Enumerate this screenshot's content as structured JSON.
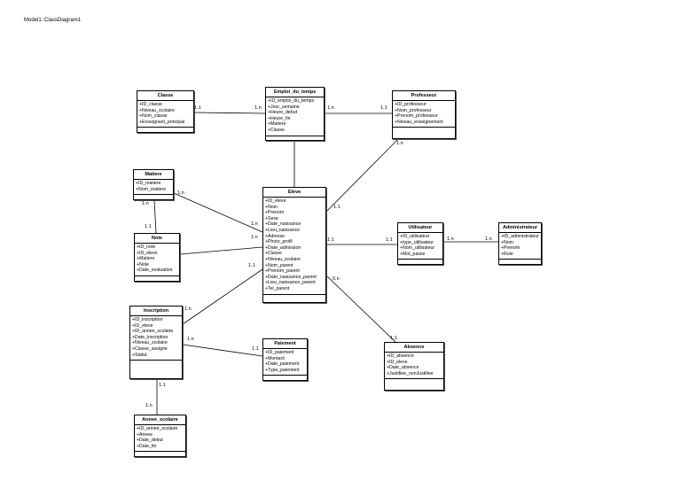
{
  "diagram": {
    "title": "Model1::ClassDiagram1",
    "classes": [
      {
        "id": "classe",
        "name": "Classe",
        "attributes": [
          "+ID_classe",
          "+Niveau_scolaire",
          "+Nom_classe",
          "+Enseignant_principal"
        ]
      },
      {
        "id": "emploi",
        "name": "Emploi_du_temps",
        "attributes": [
          "+ID_emploi_du_temps",
          "+Jour_semaine",
          "+Heure_debut",
          "+Heure_fin",
          "+Matiere",
          "+Classe"
        ]
      },
      {
        "id": "professeur",
        "name": "Professeur",
        "attributes": [
          "+ID_professeur",
          "+Nom_professeur",
          "+Prenom_professeur",
          "+Niveau_enseignement"
        ]
      },
      {
        "id": "matiere",
        "name": "Matiere",
        "attributes": [
          "+ID_matiere",
          "+Nom_matiere"
        ]
      },
      {
        "id": "eleve",
        "name": "Eleve",
        "attributes": [
          "+ID_eleve",
          "+Nom",
          "+Prenom",
          "+Sexe",
          "+Date_naissance",
          "+Lieu_naissance",
          "+Adresse",
          "+Photo_profil",
          "+Date_admission",
          "+Classe",
          "+Niveau_scolaire",
          "+Nom_parent",
          "+Prenom_parent",
          "+Date_naissance_parent",
          "+Lieu_naissance_parent",
          "+Tel_parent"
        ]
      },
      {
        "id": "note",
        "name": "Note",
        "attributes": [
          "+ID_note",
          "+ID_eleve",
          "+Matiere",
          "+Note",
          "+Date_evaluation"
        ]
      },
      {
        "id": "utilisateur",
        "name": "Utilisateur",
        "attributes": [
          "+ID_utilisateur",
          "+type_utilisateur",
          "+Nom_utilisateur",
          "+Mot_passe"
        ]
      },
      {
        "id": "administrateur",
        "name": "Administrateur",
        "attributes": [
          "+ID_admnistrateur",
          "+Nom",
          "+Prenom",
          "+Role"
        ]
      },
      {
        "id": "inscription",
        "name": "Inscription",
        "attributes": [
          "+ID_inscription",
          "+ID_eleve",
          "+ID_annee_scolaire",
          "+Date_inscription",
          "+Niveau_scolaire",
          "+Classe_assigne",
          "+Statut"
        ]
      },
      {
        "id": "paiement",
        "name": "Paiement",
        "attributes": [
          "+ID_paiement",
          "+Montant",
          "+Date_paiement",
          "+Type_paiement"
        ]
      },
      {
        "id": "absence",
        "name": "Absence",
        "attributes": [
          "+ID_absence",
          "+ID_eleve",
          "+Date_absence",
          "+Justifiee_nonJustifiee"
        ]
      },
      {
        "id": "annee",
        "name": "Annee_scolaire",
        "attributes": [
          "+ID_annee_scolaire",
          "+Annee",
          "+Date_debut",
          "+Date_fin"
        ]
      }
    ],
    "associations": [
      {
        "id": "classe-emploi",
        "from": "classe",
        "to": "emploi",
        "labels": [
          "1.1",
          "1.n"
        ]
      },
      {
        "id": "emploi-professeur",
        "from": "emploi",
        "to": "professeur",
        "labels": [
          "1.n",
          "1.1"
        ]
      },
      {
        "id": "emploi-eleve",
        "from": "emploi",
        "to": "eleve",
        "labels": []
      },
      {
        "id": "professeur-eleve",
        "from": "professeur",
        "to": "eleve",
        "labels": [
          "1.n",
          "1.1"
        ]
      },
      {
        "id": "matiere-eleve",
        "from": "matiere",
        "to": "eleve",
        "labels": [
          "1.n",
          "1.n"
        ]
      },
      {
        "id": "matiere-note",
        "from": "matiere",
        "to": "note",
        "labels": [
          "1.n",
          "1.1"
        ]
      },
      {
        "id": "note-eleve",
        "from": "note",
        "to": "eleve",
        "labels": [
          "1.n"
        ]
      },
      {
        "id": "eleve-utilisateur",
        "from": "eleve",
        "to": "utilisateur",
        "labels": [
          "1.1",
          "1.1"
        ]
      },
      {
        "id": "utilisateur-admin",
        "from": "utilisateur",
        "to": "administrateur",
        "labels": [
          "1.n",
          "1.n"
        ]
      },
      {
        "id": "eleve-inscription",
        "from": "eleve",
        "to": "inscription",
        "labels": [
          "1.1",
          "1.n"
        ]
      },
      {
        "id": "eleve-absence",
        "from": "eleve",
        "to": "absence",
        "labels": [
          "0.n",
          "1.1"
        ]
      },
      {
        "id": "inscription-paiement",
        "from": "inscription",
        "to": "paiement",
        "labels": [
          "1.n",
          "1.1"
        ]
      },
      {
        "id": "inscription-annee",
        "from": "inscription",
        "to": "annee",
        "labels": [
          "1.1",
          "1.n"
        ]
      }
    ]
  }
}
